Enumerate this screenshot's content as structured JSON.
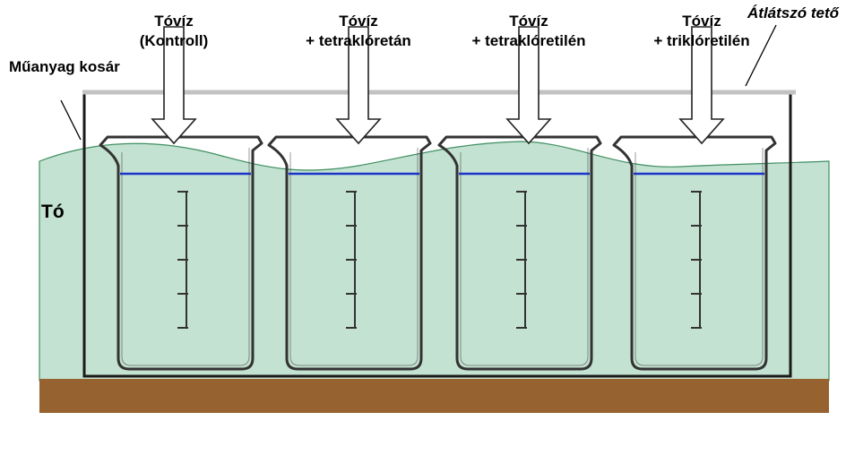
{
  "labels": {
    "basket": "Műanyag kosár",
    "lid": "Átlátszó tető",
    "pond": "Tó"
  },
  "beakers": [
    {
      "line1": "Tóvíz",
      "line2": "(Kontroll)"
    },
    {
      "line1": "Tóvíz",
      "line2": "+ tetraklóretán"
    },
    {
      "line1": "Tóvíz",
      "line2": "+ tetraklóretilén"
    },
    {
      "line1": "Tóvíz",
      "line2": "+ triklóretilén"
    }
  ],
  "colors": {
    "pond_water": "#c4e2d2",
    "pond_outline": "#3f8f62",
    "soil": "#96622f",
    "lid": "#c2c2c2",
    "basket": "#1a1a1a",
    "beaker_outline": "#333333",
    "fill_line": "#1c35c9",
    "text": "#000000"
  }
}
